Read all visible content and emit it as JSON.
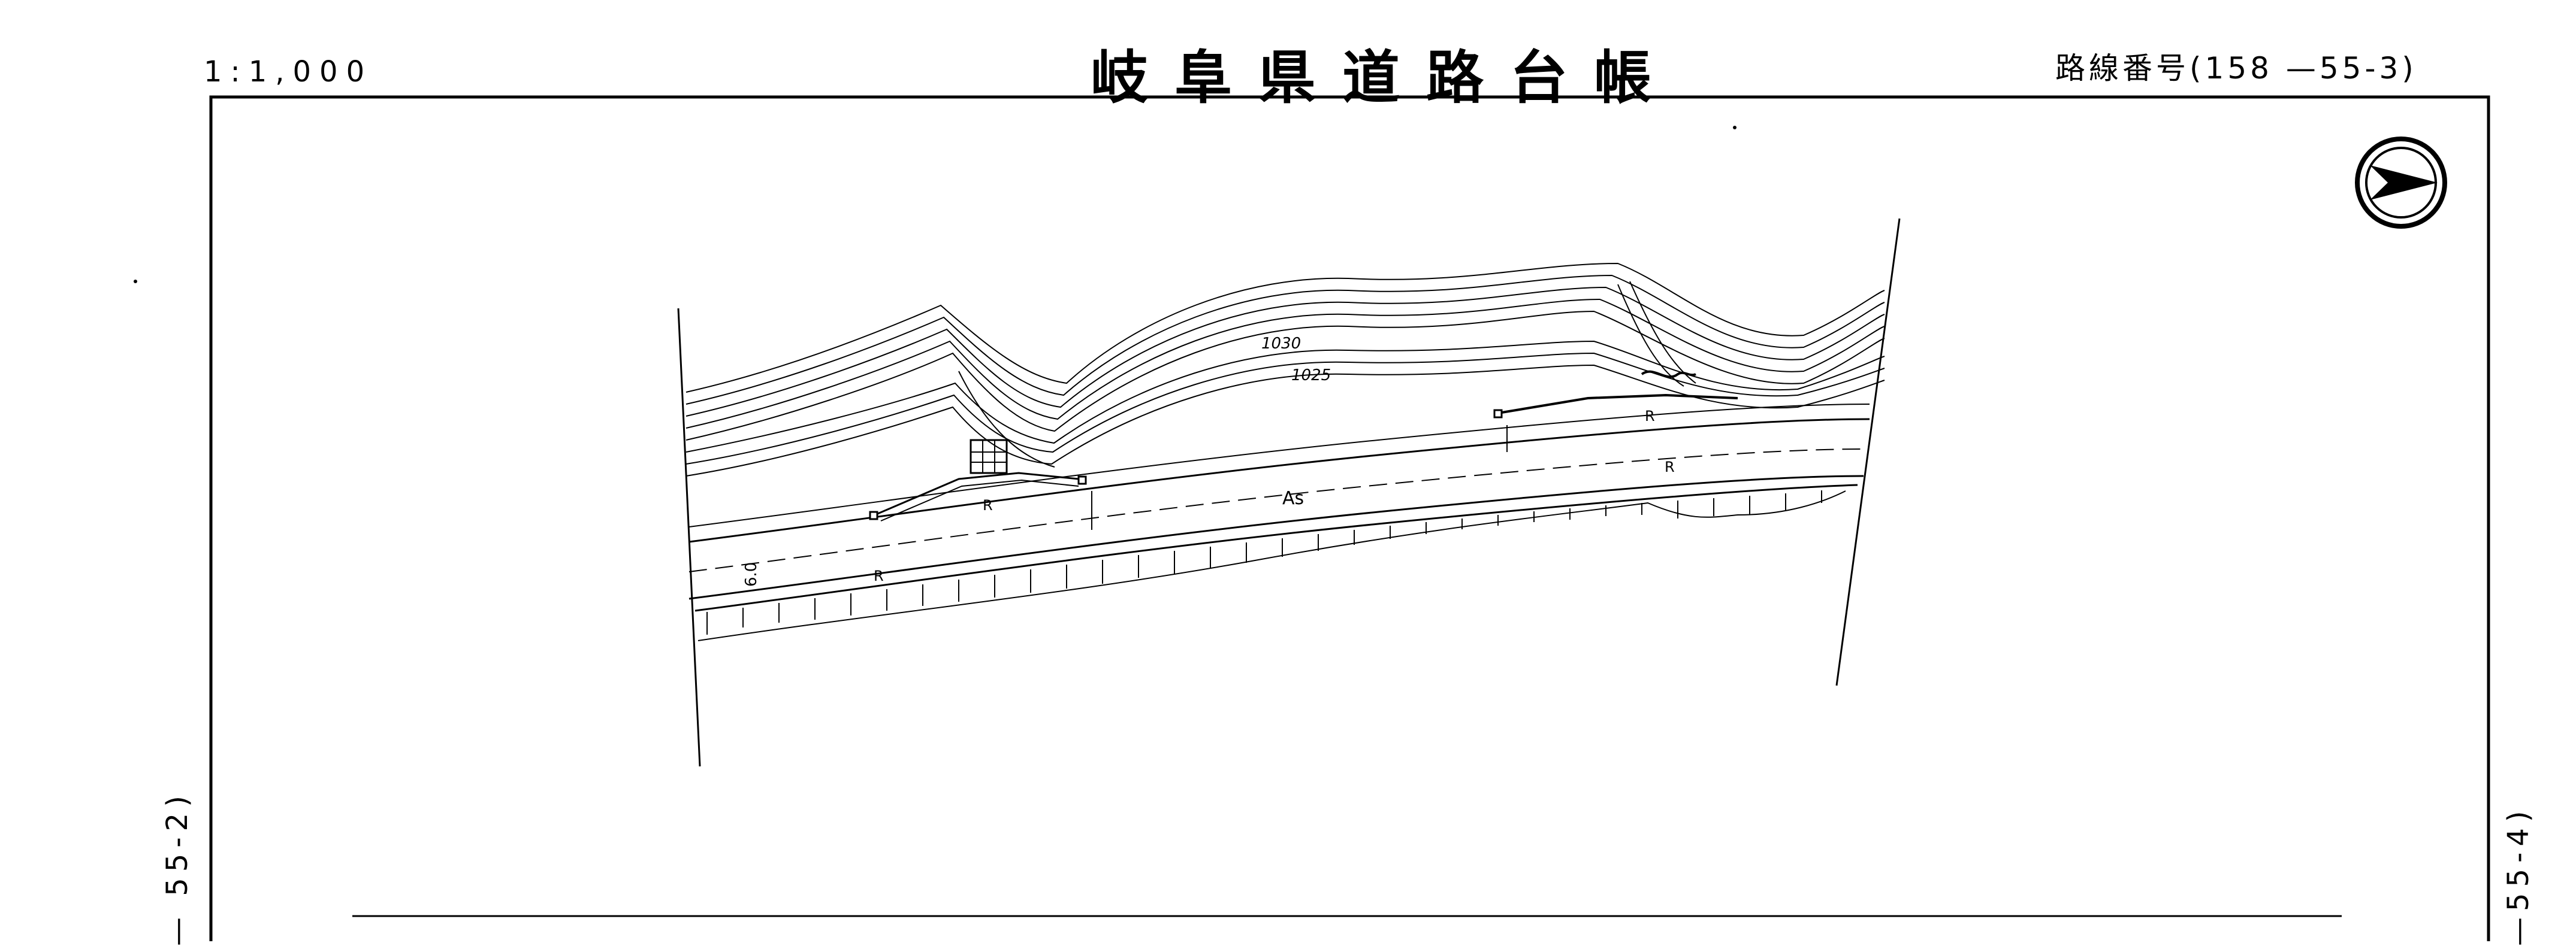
{
  "header": {
    "scale": "1:1,000",
    "title": "岐阜県道路台帳",
    "route_number": "路線番号(158 —55-3)"
  },
  "sheet_refs": {
    "previous": "— 55-2)",
    "next": "—55-4)"
  },
  "map_labels": {
    "contour_upper": "1030",
    "contour_lower": "1025",
    "pavement": "As",
    "road_width": "6.0",
    "retaining_wall_marks": [
      "R",
      "R",
      "R",
      "R"
    ]
  },
  "north_arrow": "north-arrow-icon"
}
